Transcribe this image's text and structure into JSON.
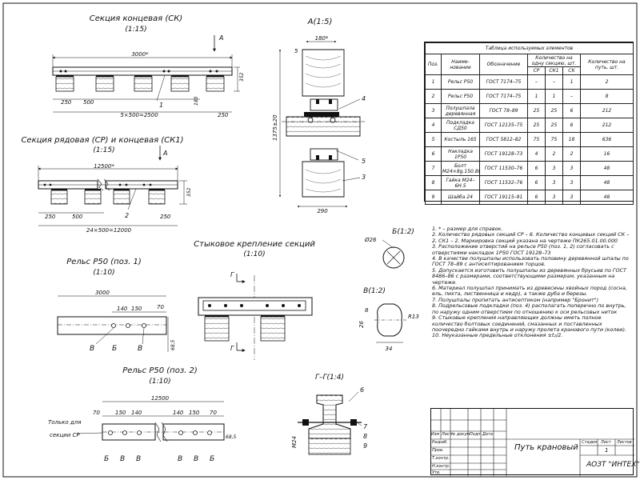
{
  "views": {
    "sk_title": "Секция концевая (СК)",
    "sk_scale": "(1:15)",
    "sr_title": "Секция рядовая (СР) и концевая (СК1)",
    "sr_scale": "(1:15)",
    "a_title": "А(1:5)",
    "joint_title": "Стыковое крепление секций",
    "joint_scale": "(1:10)",
    "rail1_title": "Рельс Р50 (поз. 1)",
    "rail1_scale": "(1:10)",
    "rail2_title": "Рельс Р50 (поз. 2)",
    "rail2_scale": "(1:10)",
    "b_title": "Б(1:2)",
    "v_title": "В(1:2)",
    "gg_title": "Г–Г(1:4)"
  },
  "dims": {
    "sk_len": "3000*",
    "sk_250a": "250",
    "sk_500": "500",
    "sk_250b": "250",
    "sk_span": "5×500=2500",
    "sk_352": "352",
    "sk_180": "180",
    "sr_len": "12500*",
    "sr_250": "250",
    "sr_500": "500",
    "sr_250b": "250",
    "sr_span": "24×500=12000",
    "sr_352": "352",
    "a_180": "180*",
    "a_5": "5",
    "a_height": "1375±20",
    "a_290": "290",
    "r1_len": "3000",
    "r1_140": "140",
    "r1_150": "150",
    "r1_70": "70",
    "r1_685": "68,5",
    "r2_len": "12500",
    "r2_70a": "70",
    "r2_150a": "150",
    "r2_140a": "140",
    "r2_140b": "140",
    "r2_150b": "150",
    "r2_70b": "70",
    "r2_685": "68,5",
    "b_d26": "Ø26",
    "v_8": "8",
    "v_26": "26",
    "v_r13": "R13",
    "v_34": "34",
    "gg_m24": "М24"
  },
  "markers": {
    "A": "А",
    "G": "Г",
    "B": "Б",
    "V": "В",
    "p1": "1",
    "p2": "2",
    "p3": "3",
    "p4": "4",
    "p5": "5",
    "p6": "6",
    "p7": "7",
    "p8": "8",
    "p9": "9",
    "only_sr_1": "Только для",
    "only_sr_2": "секции СР"
  },
  "table": {
    "title": "Таблица используемых элементов",
    "h_pos": "Поз.",
    "h_name": "Наиме-нование",
    "h_desig": "Обозначение",
    "h_qty_one": "Количество на одну секцию, шт.",
    "h_qty_path": "Количество на путь, шт.",
    "h_sr": "СР",
    "h_sk1": "СК1",
    "h_sk": "СК",
    "rows": [
      {
        "pos": "1",
        "name": "Рельс Р50",
        "desig": "ГОСТ 7174–75",
        "sr": "–",
        "sk1": "–",
        "sk": "1",
        "path": "2"
      },
      {
        "pos": "2",
        "name": "Рельс Р50",
        "desig": "ГОСТ 7174–75",
        "sr": "1",
        "sk1": "1",
        "sk": "–",
        "path": "8"
      },
      {
        "pos": "3",
        "name": "Полушпала деревянная",
        "desig": "ГОСТ 78–89",
        "sr": "25",
        "sk1": "25",
        "sk": "6",
        "path": "212"
      },
      {
        "pos": "4",
        "name": "Подкладка СД50",
        "desig": "ГОСТ 12135–75",
        "sr": "25",
        "sk1": "25",
        "sk": "6",
        "path": "212"
      },
      {
        "pos": "5",
        "name": "Костыль 165",
        "desig": "ГОСТ 5812–82",
        "sr": "75",
        "sk1": "75",
        "sk": "18",
        "path": "636"
      },
      {
        "pos": "6",
        "name": "Накладка 1Р50",
        "desig": "ГОСТ 19128–73",
        "sr": "4",
        "sk1": "2",
        "sk": "2",
        "path": "16"
      },
      {
        "pos": "7",
        "name": "Болт М24×8g.150.88",
        "desig": "ГОСТ 11530–76",
        "sr": "6",
        "sk1": "3",
        "sk": "3",
        "path": "48"
      },
      {
        "pos": "8",
        "name": "Гайка М24–6Н.5",
        "desig": "ГОСТ 11532–76",
        "sr": "6",
        "sk1": "3",
        "sk": "3",
        "path": "48"
      },
      {
        "pos": "9",
        "name": "Шайба 24",
        "desig": "ГОСТ 19115–91",
        "sr": "6",
        "sk1": "3",
        "sk": "3",
        "path": "48"
      }
    ]
  },
  "notes": [
    "1. * – размер для справок.",
    "2. Количество рядовых секций СР – 6. Количество концевых секций СК – 2, СК1 – 2. Маркировка секций указана на чертеже ПК265.01.00.000",
    "3. Расположение отверстий на рельсе Р50 (поз. 1, 2) согласовать с отверстиями накладок 1Р50 ГОСТ 19128–73",
    "4. В качестве полушпалы использовать половину деревянной шпалы по ГОСТ 78–89 с антисептированием торцов.",
    "5. Допускается изготовить полушпалы из деревянных брусьев по ГОСТ 8486–86 с размерами, соответствующими размерам, указанным на чертеже.",
    "6. Материал полушпал принимать из древесины хвойных пород (сосна, ель, пихта, лиственница и кедр), а также дуба и березы.",
    "7. Полушпалы пропитать антисептиком (например \"Бронит\")",
    "8. Подрельсовые подкладки (поз. 4) располагать поперечно по внутрь, по наружу одним отверстием по отношению к оси рельсовых ниток",
    "9. Стыковые крепления направляющих должны иметь полное количество болтовых соединений, смазанных и поставленных поочередно гайками внутрь и наружу пролета кранового пути (колеи).",
    "10. Неуказанные предельные отклонения ±t₂/2."
  ],
  "stamp": {
    "izm": "Изм",
    "list": "Лист",
    "ndok": "№ докум.",
    "podp": "Подп.",
    "data": "Дата",
    "razrab": "Разраб.",
    "prov": "Пров.",
    "tkontr": "Т.контр.",
    "nkontr": "Н.контр.",
    "utv": "Утв.",
    "title": "Путь крановый",
    "h_stadia": "Стадия",
    "h_list": "Лист",
    "h_listov": "Листов",
    "list_val": "1",
    "org": "АОЗТ \"ИНТЕХ\""
  }
}
